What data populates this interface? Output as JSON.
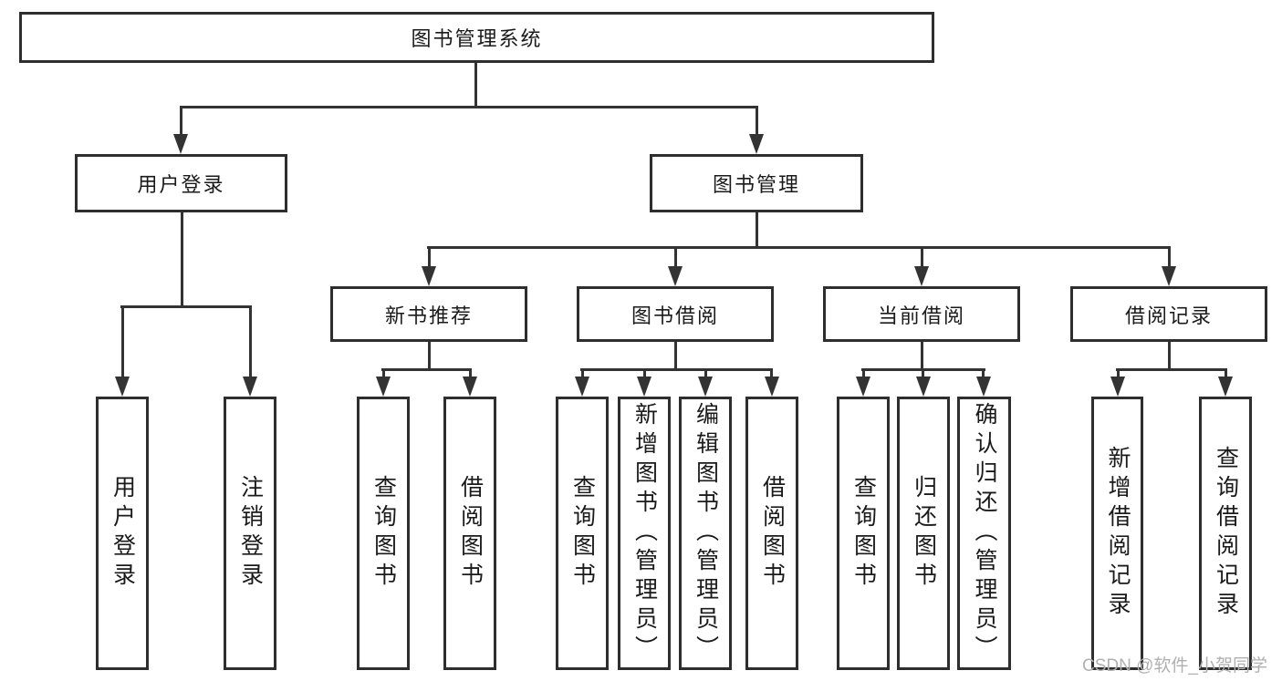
{
  "diagram": {
    "title": "图书管理系统",
    "branches": [
      {
        "label": "用户登录",
        "children": [
          "用户登录",
          "注销登录"
        ]
      },
      {
        "label": "图书管理",
        "groups": [
          {
            "label": "新书推荐",
            "children": [
              "查询图书",
              "借阅图书"
            ]
          },
          {
            "label": "图书借阅",
            "children": [
              "查询图书",
              "新增图书（管理员）",
              "编辑图书（管理员）",
              "借阅图书"
            ]
          },
          {
            "label": "当前借阅",
            "children": [
              "查询图书",
              "归还图书",
              "确认归还（管理员）"
            ]
          },
          {
            "label": "借阅记录",
            "children": [
              "新增借阅记录",
              "查询借阅记录"
            ]
          }
        ]
      }
    ]
  },
  "watermark": {
    "text": "CSDN @软件_小贺同学"
  },
  "colors": {
    "line": "#333333",
    "box_border": "#2e2e2e",
    "text": "#1a1a1a",
    "watermark": "#b0b0b0",
    "background": "#ffffff"
  }
}
